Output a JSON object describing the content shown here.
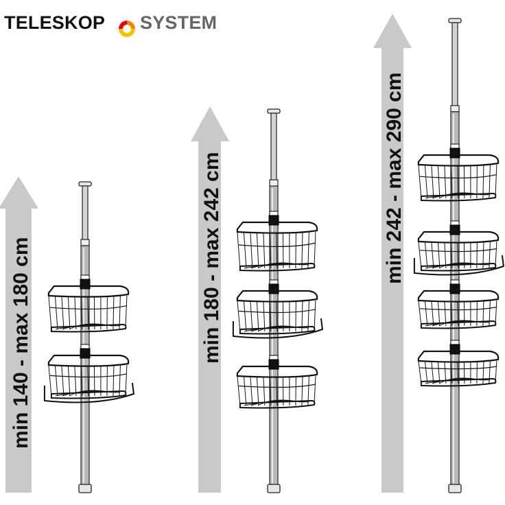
{
  "brand": {
    "left": "TELESKOP",
    "right": "SYSTEM",
    "left_color": "#111111",
    "right_color": "#666666",
    "logo_colors": [
      "#e3001b",
      "#f5a800",
      "#f5c400"
    ]
  },
  "colors": {
    "arrow": "#c9c9c9",
    "pole": "#b8b8b8",
    "pole_outline": "#222222",
    "basket": "#111111"
  },
  "variants": [
    {
      "label": "min 140 - max 180 cm",
      "baskets": 2
    },
    {
      "label": "min 180 - max 242 cm",
      "baskets": 3
    },
    {
      "label": "min 242 - max 290 cm",
      "baskets": 4
    }
  ]
}
